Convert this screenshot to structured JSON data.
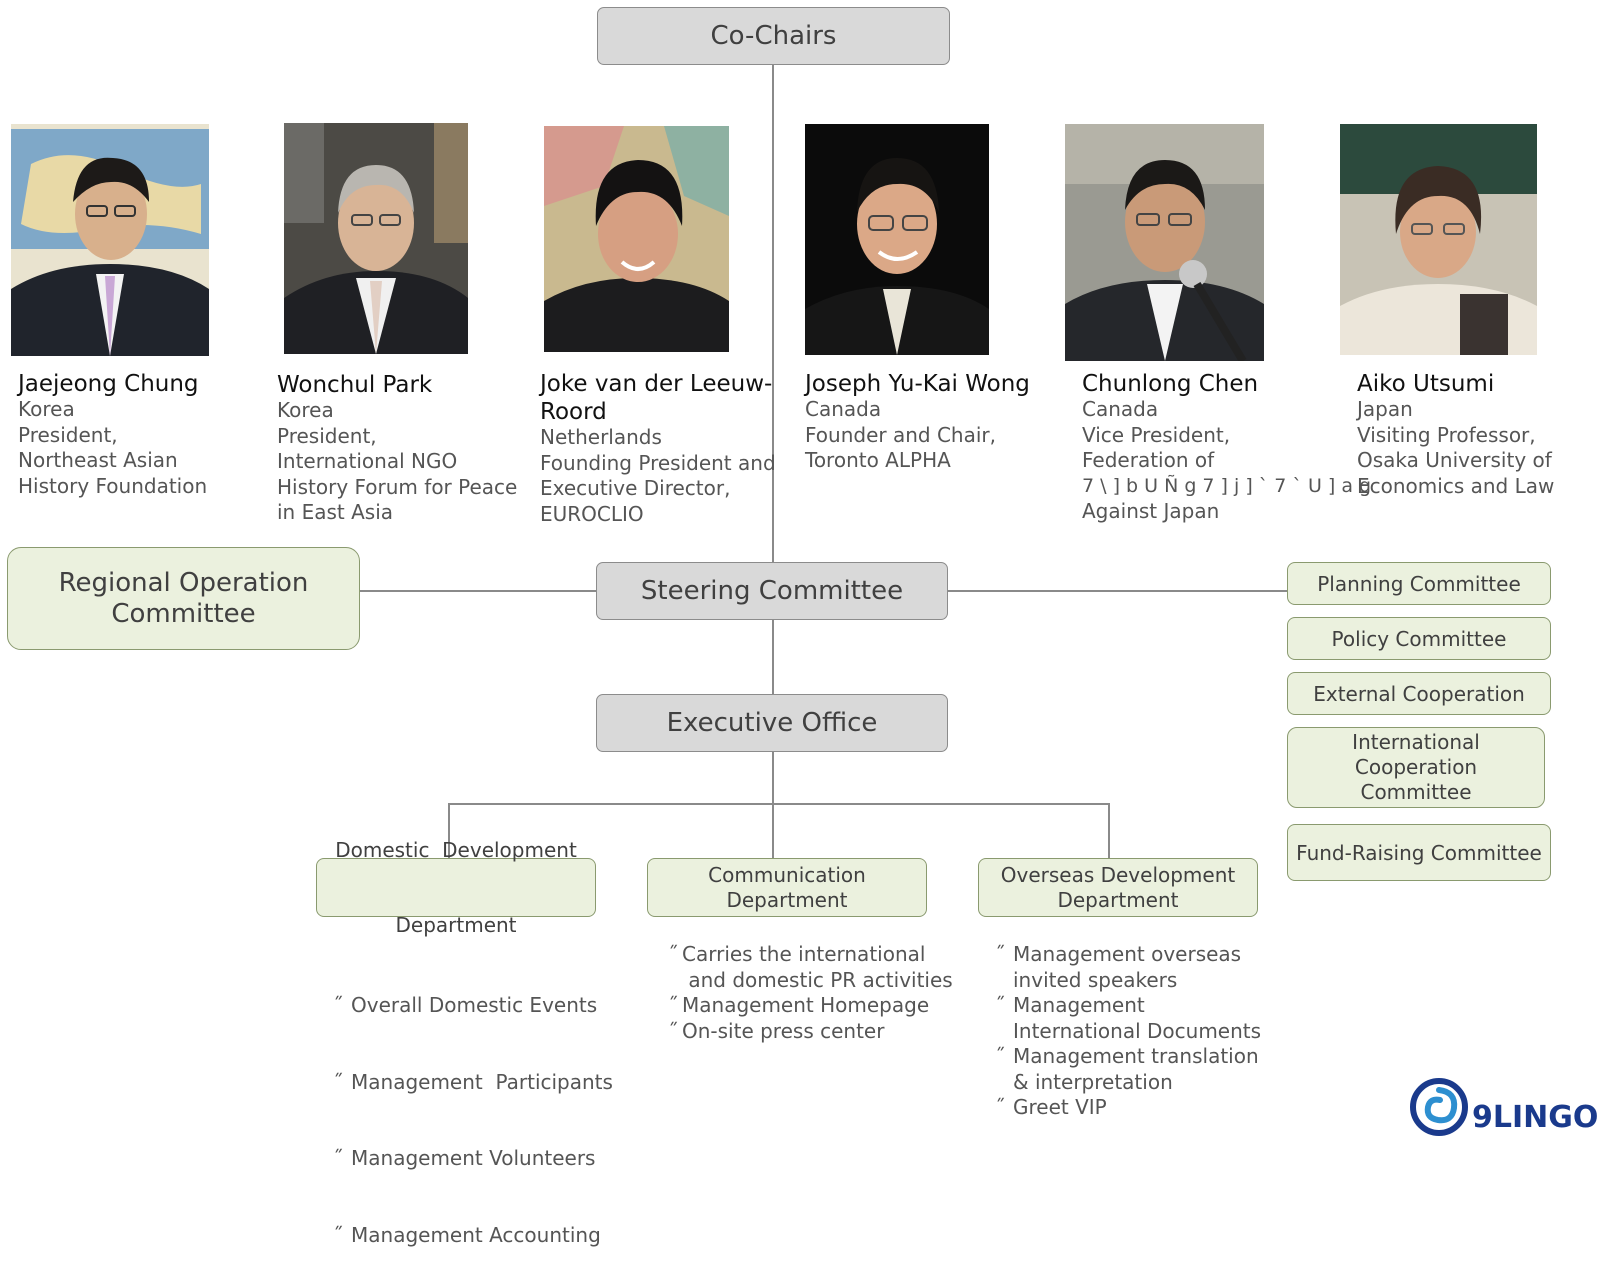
{
  "top": {
    "co_chairs": "Co-Chairs"
  },
  "people": [
    {
      "name": "Jaejeong Chung",
      "info": [
        "Korea",
        "President,",
        "Northeast Asian",
        "History Foundation"
      ]
    },
    {
      "name": "Wonchul Park",
      "info": [
        "Korea",
        "President,",
        "International NGO",
        "History Forum for Peace",
        "in East Asia"
      ]
    },
    {
      "name_lines": [
        "Joke van der Leeuw-",
        "Roord"
      ],
      "info": [
        "Netherlands",
        "Founding President and",
        "Executive Director,",
        "EUROCLIO"
      ]
    },
    {
      "name": "Joseph Yu-Kai Wong",
      "info": [
        "Canada",
        "Founder and Chair,",
        "Toronto ALPHA"
      ]
    },
    {
      "name": "Chunlong Chen",
      "info": [
        "Canada",
        "Vice President,",
        "Federation of",
        "7 \\ ] b U Ñ g   7 ] j ]  `   7 ` U ] a g",
        "Against Japan"
      ]
    },
    {
      "name": "Aiko Utsumi",
      "info": [
        "Japan",
        "Visiting Professor,",
        "Osaka University of",
        "Economics and Law"
      ]
    }
  ],
  "center": {
    "steering": "Steering Committee",
    "executive": "Executive Office"
  },
  "left": {
    "regional_lines": [
      "Regional Operation",
      "Committee"
    ]
  },
  "right_committees": [
    {
      "lines": [
        "Planning Committee"
      ]
    },
    {
      "lines": [
        "Policy Committee"
      ]
    },
    {
      "lines": [
        "External Cooperation"
      ]
    },
    {
      "lines": [
        "International",
        "Cooperation",
        "Committee"
      ]
    },
    {
      "lines": [
        "Fund-Raising Committee"
      ]
    }
  ],
  "departments": [
    {
      "lines": [
        "Domestic  Development",
        "Department"
      ],
      "duties": [
        {
          "lines": [
            "Overall Domestic Events"
          ]
        },
        {
          "lines": [
            "Management  Participants"
          ]
        },
        {
          "lines": [
            "Management Volunteers"
          ]
        },
        {
          "lines": [
            "Management Accounting"
          ]
        }
      ]
    },
    {
      "lines": [
        "Communication",
        "Department"
      ],
      "duties": [
        {
          "lines": [
            "Carries the international",
            " and domestic PR activities"
          ]
        },
        {
          "lines": [
            "Management Homepage"
          ]
        },
        {
          "lines": [
            "On-site press center"
          ]
        }
      ]
    },
    {
      "lines": [
        "Overseas Development",
        "Department"
      ],
      "duties": [
        {
          "lines": [
            "Management overseas",
            "invited speakers"
          ]
        },
        {
          "lines": [
            "Management",
            "International Documents"
          ]
        },
        {
          "lines": [
            "Management translation",
            "& interpretation"
          ]
        },
        {
          "lines": [
            "Greet VIP"
          ]
        }
      ]
    }
  ],
  "bullet_char": "˝",
  "logo": {
    "text": "9LINGO",
    "color": "#1a3a8c"
  },
  "colors": {
    "gray_box": "#d9d9d9",
    "green_box": "#ebf1de",
    "connector": "#8a8a8a"
  }
}
